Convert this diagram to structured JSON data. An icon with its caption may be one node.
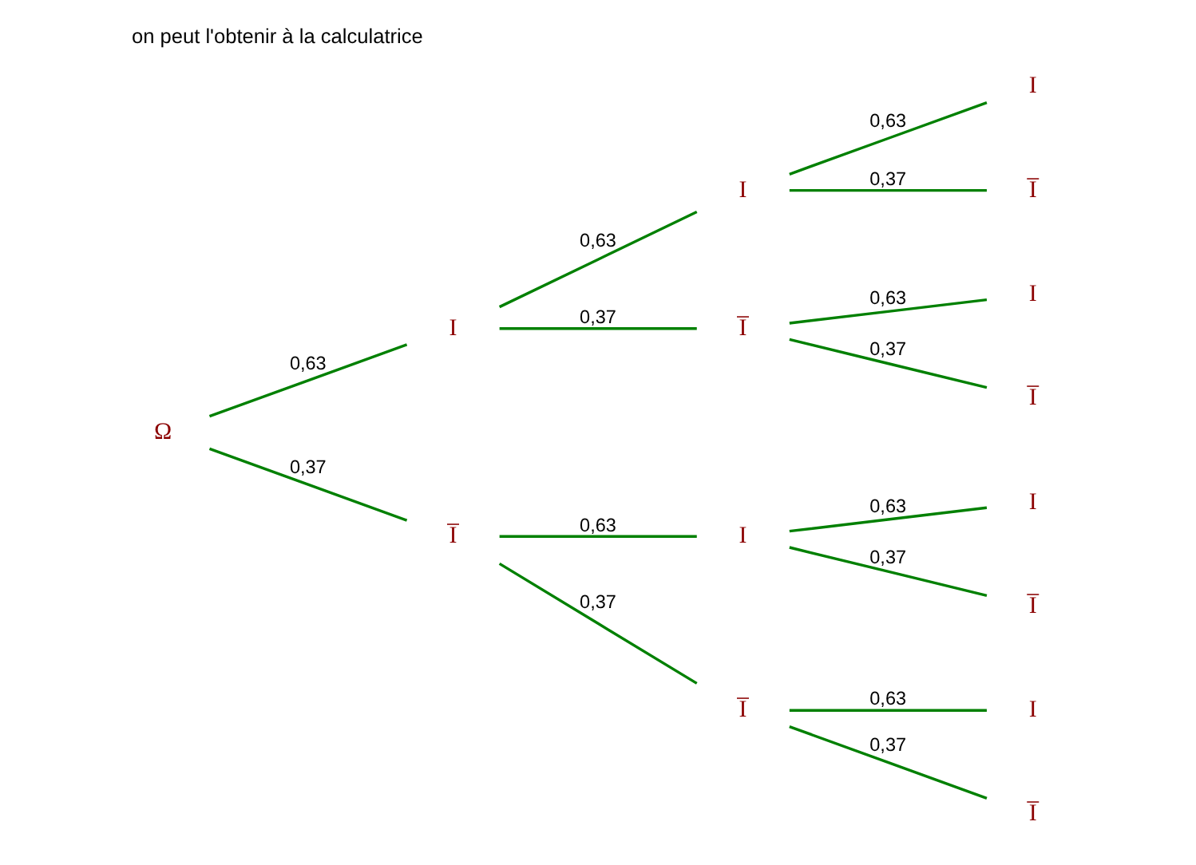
{
  "diagram": {
    "title": "on peut l'obtenir à la calculatrice",
    "nodes": [
      {
        "text": [
          "Ω"
        ]
      },
      {
        "text": [
          "I"
        ]
      },
      {
        "text": [
          "I̅"
        ]
      },
      {
        "text": [
          "I"
        ]
      },
      {
        "text": [
          "I̅"
        ]
      },
      {
        "text": [
          "I"
        ]
      },
      {
        "text": [
          "I̅"
        ]
      },
      {
        "text": [
          "I"
        ]
      },
      {
        "text": [
          "I̅"
        ]
      },
      {
        "text": [
          "I"
        ]
      },
      {
        "text": [
          "I̅"
        ]
      },
      {
        "text": [
          "I"
        ]
      },
      {
        "text": [
          "I̅"
        ]
      },
      {
        "text": [
          "I"
        ]
      },
      {
        "text": [
          "I̅"
        ]
      }
    ],
    "edges": [
      {
        "from": 0,
        "to": 1,
        "arrow": "none",
        "label": "0,63"
      },
      {
        "from": 0,
        "to": 2,
        "arrow": "none",
        "label": "0,37"
      },
      {
        "from": 1,
        "to": 3,
        "arrow": "none",
        "label": "0,63"
      },
      {
        "from": 1,
        "to": 4,
        "arrow": "none",
        "label": "0,37"
      },
      {
        "from": 2,
        "to": 5,
        "arrow": "none",
        "label": "0,63"
      },
      {
        "from": 2,
        "to": 6,
        "arrow": "none",
        "label": "0,37"
      },
      {
        "from": 3,
        "to": 7,
        "arrow": "none",
        "label": "0,63"
      },
      {
        "from": 3,
        "to": 8,
        "arrow": "none",
        "label": "0,37"
      },
      {
        "from": 4,
        "to": 9,
        "arrow": "none",
        "label": "0,63"
      },
      {
        "from": 4,
        "to": 10,
        "arrow": "none",
        "label": "0,37"
      },
      {
        "from": 5,
        "to": 11,
        "arrow": "none",
        "label": "0,63"
      },
      {
        "from": 5,
        "to": 12,
        "arrow": "none",
        "label": "0,37"
      },
      {
        "from": 6,
        "to": 13,
        "arrow": "none",
        "label": "0,63"
      },
      {
        "from": 6,
        "to": 14,
        "arrow": "none",
        "label": "0,37"
      }
    ]
  }
}
